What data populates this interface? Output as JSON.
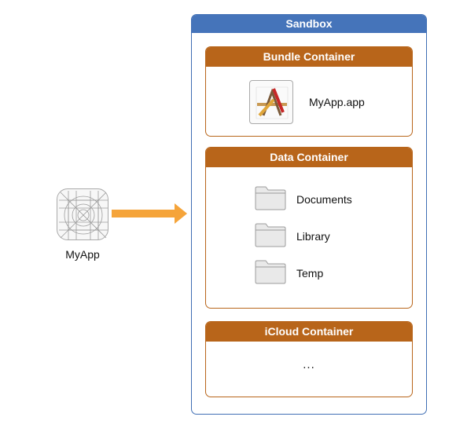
{
  "app": {
    "label": "MyApp",
    "icon": "app-icon-template"
  },
  "arrow": {
    "color": "#f5a43a"
  },
  "sandbox": {
    "title": "Sandbox",
    "color": "#4574ba",
    "bundle_container": {
      "title": "Bundle Container",
      "item_label": "MyApp.app",
      "item_icon": "xcode-icon"
    },
    "data_container": {
      "title": "Data Container",
      "folders": [
        {
          "label": "Documents",
          "icon": "folder-icon"
        },
        {
          "label": "Library",
          "icon": "folder-icon"
        },
        {
          "label": "Temp",
          "icon": "folder-icon"
        }
      ]
    },
    "icloud_container": {
      "title": "iCloud Container",
      "content": "..."
    }
  },
  "colors": {
    "container_accent": "#b8651a"
  }
}
